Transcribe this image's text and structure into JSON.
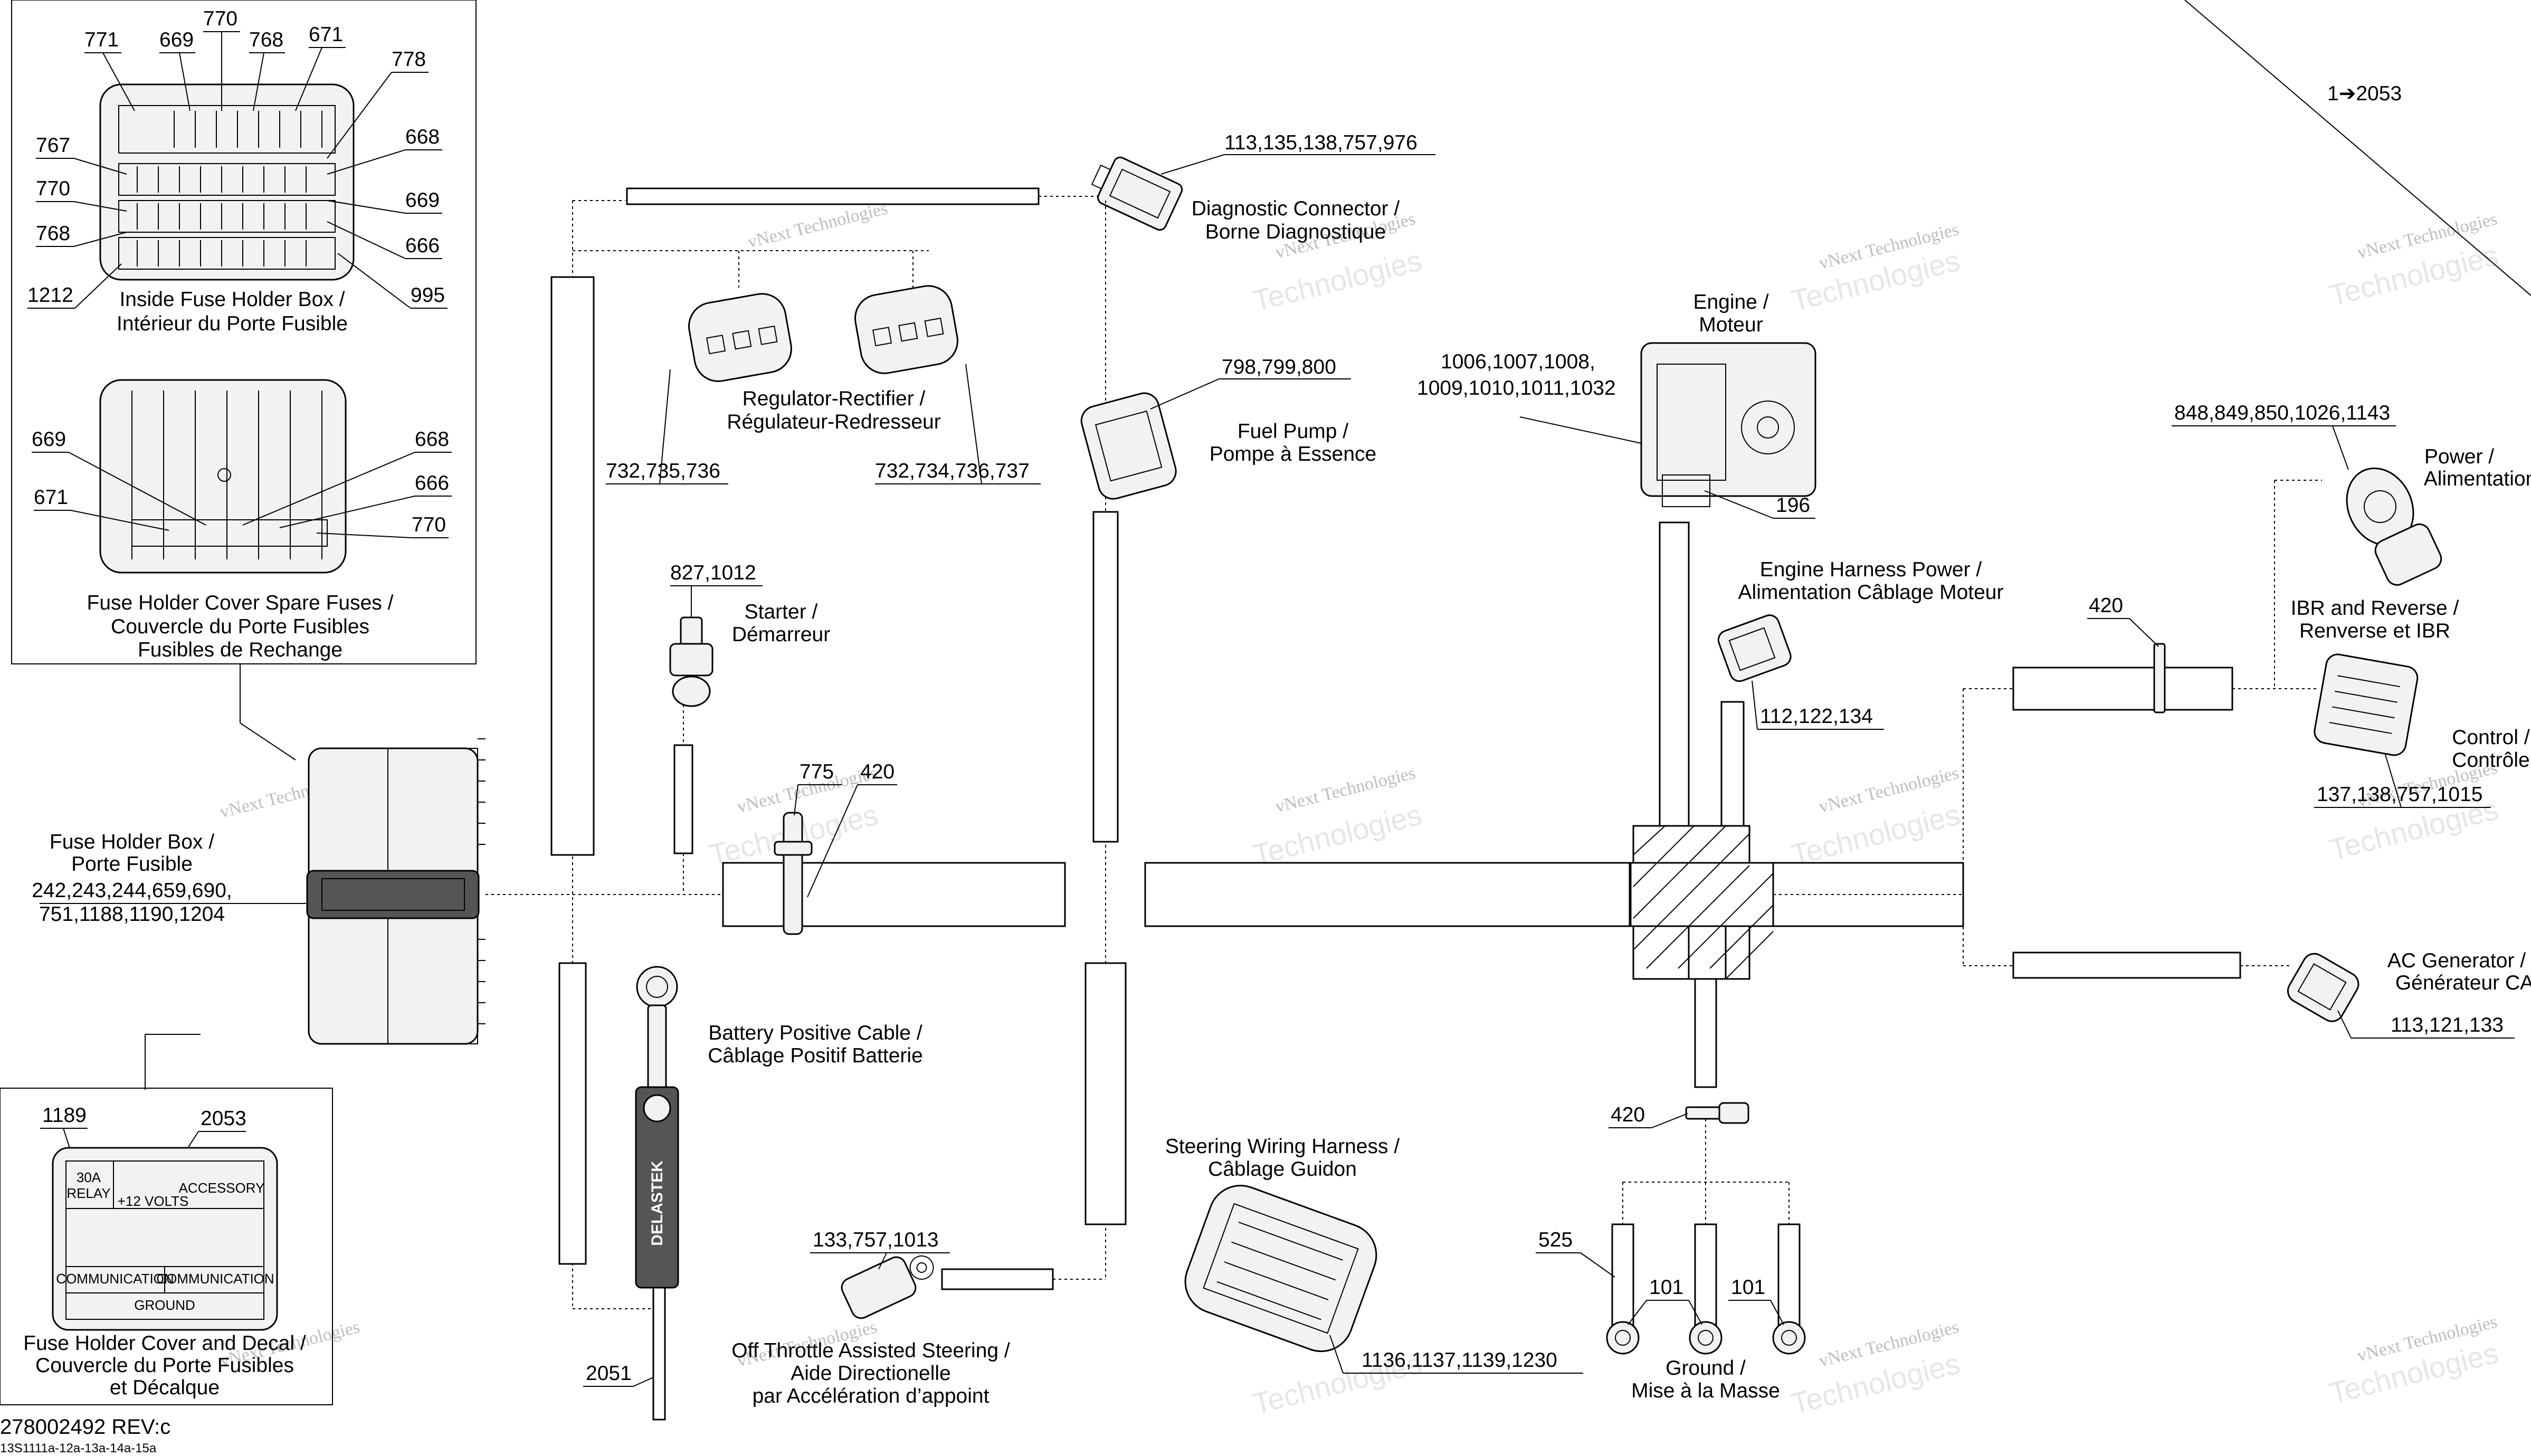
{
  "header": {
    "revision": "278002492 REV:c",
    "drawing_ref": "13S1111a-12a-13a-14a-15a"
  },
  "watermark": {
    "line1": "vNext Technologies",
    "line2": "vNext",
    "line3": "Technologies"
  },
  "callouts": {
    "top_right_ref": "1➔2053",
    "diag_nums": "113,135,138,757,976",
    "diag_en": "Diagnostic Connector /",
    "diag_fr": "Borne Diagnostique",
    "reg_en": "Regulator-Rectifier /",
    "reg_fr": "Régulateur-Redresseur",
    "reg_nums_a": "732,735,736",
    "reg_nums_b": "732,734,736,737",
    "fuel_nums": "798,799,800",
    "fuel_en": "Fuel Pump /",
    "fuel_fr": "Pompe à Essence",
    "starter_nums": "827,1012",
    "starter_en": "Starter /",
    "starter_fr": "Démarreur",
    "n775": "775",
    "n420": "420",
    "engine_en": "Engine /",
    "engine_fr": "Moteur",
    "engine_nums_1": "1006,1007,1008,",
    "engine_nums_2": "1009,1010,1011,1032",
    "n196": "196",
    "ehp_en": "Engine Harness Power /",
    "ehp_fr": "Alimentation Câblage Moteur",
    "ehp_nums": "112,122,134",
    "power_nums": "848,849,850,1026,1143",
    "power_en": "Power /",
    "power_fr": "Alimentation",
    "ibr_en": "IBR and Reverse /",
    "ibr_fr": "Renverse et IBR",
    "control_en": "Control /",
    "control_fr": "Contrôle",
    "control_nums": "137,138,757,1015",
    "acgen_en": "AC Generator /",
    "acgen_fr": "Générateur  CA",
    "acgen_nums": "113,121,133",
    "batt_en": "Battery Positive Cable /",
    "batt_fr": "Câblage Positif Batterie",
    "delastek": "DELASTEK",
    "steer_en": "Steering Wiring Harness /",
    "steer_fr": "Câblage Guidon",
    "steer_nums": "1136,1137,1139,1230",
    "off_nums": "133,757,1013",
    "off_en": "Off Throttle Assisted Steering /",
    "off_fr1": "Aide Directionelle",
    "off_fr2": "par Accélération d’appoint",
    "n2051": "2051",
    "n525": "525",
    "n101": "101",
    "ground_en": "Ground /",
    "ground_fr": "Mise à la Masse",
    "fhb_en": "Fuse Holder Box /",
    "fhb_fr": "Porte Fusible",
    "fhb_nums_1": "242,243,244,659,690,",
    "fhb_nums_2": "751,1188,1190,1204"
  },
  "inset_fuse_box": {
    "title_en": "Inside Fuse Holder Box /",
    "title_fr": "Intérieur du Porte Fusible",
    "n771": "771",
    "n669": "669",
    "n770": "770",
    "n768": "768",
    "n671": "671",
    "n778": "778",
    "n767": "767",
    "n668": "668",
    "n666": "666",
    "n1212": "1212",
    "n995": "995"
  },
  "inset_spare": {
    "title_1": "Fuse Holder Cover Spare Fuses /",
    "title_2": "Couvercle du Porte Fusibles",
    "title_3": "Fusibles de Rechange",
    "n669": "669",
    "n668": "668",
    "n666": "666",
    "n671": "671",
    "n770": "770"
  },
  "inset_decal": {
    "title_1": "Fuse Holder Cover and Decal /",
    "title_2": "Couvercle du Porte Fusibles",
    "title_3": "et Décalque",
    "n1189": "1189",
    "n2053": "2053",
    "d_30a": "30A",
    "d_relay": "RELAY",
    "d_plus12": "+12 VOLTS",
    "d_accessory": "ACCESSORY",
    "d_ground": "GROUND",
    "d_comm": "COMMUNICATION"
  }
}
